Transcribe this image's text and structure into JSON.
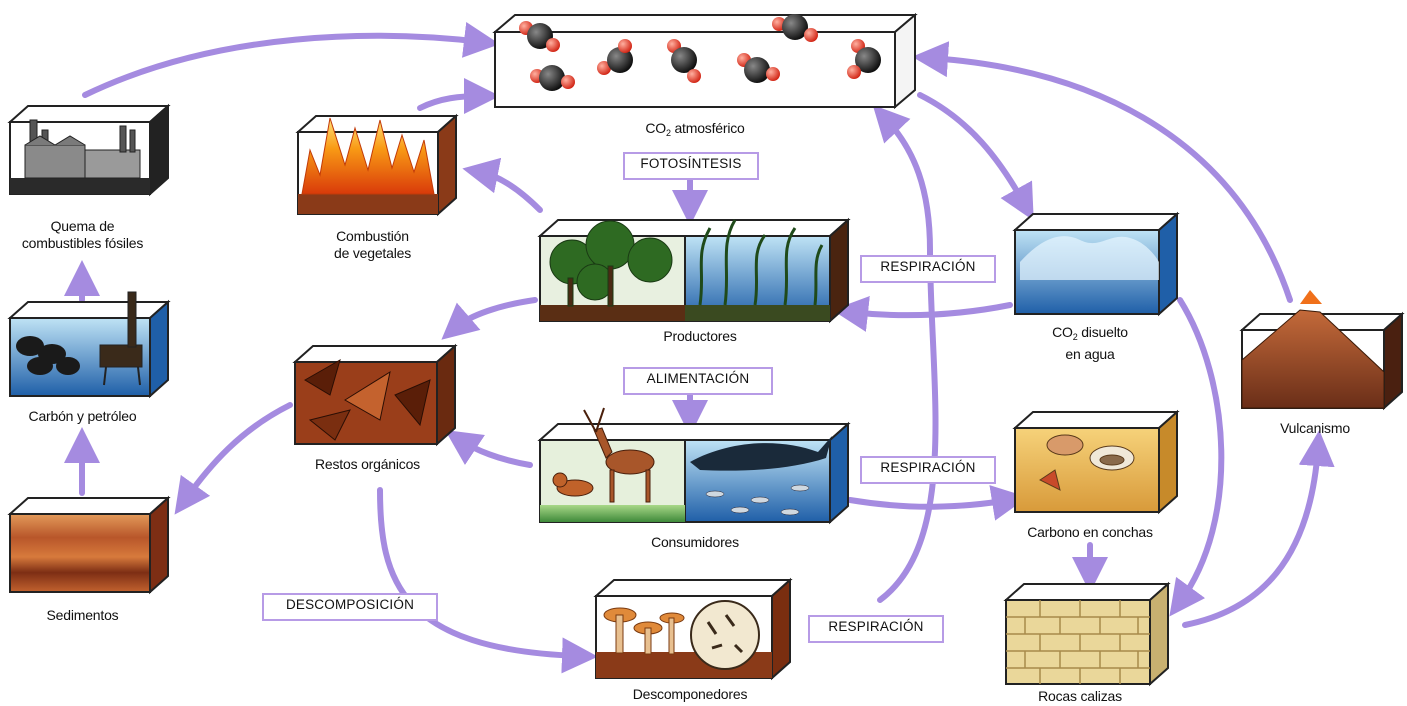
{
  "nodes": {
    "co2_atmosferico": {
      "prefix": "CO",
      "sub": "2",
      "suffix": " atmosférico"
    },
    "quema": {
      "line1": "Quema de",
      "line2": "combustibles fósiles"
    },
    "combustion": {
      "line1": "Combustión",
      "line2": "de vegetales"
    },
    "productores": {
      "label": "Productores"
    },
    "co2_disuelto": {
      "prefix": "CO",
      "sub": "2",
      "suffix": " disuelto",
      "line2": "en agua"
    },
    "carbon_petroleo": {
      "label": "Carbón y petróleo"
    },
    "restos": {
      "label": "Restos orgánicos"
    },
    "consumidores": {
      "label": "Consumidores"
    },
    "carbono_conchas": {
      "label": "Carbono en conchas"
    },
    "vulcanismo": {
      "label": "Vulcanismo"
    },
    "sedimentos": {
      "label": "Sedimentos"
    },
    "descomponedores": {
      "label": "Descomponedores"
    },
    "rocas": {
      "label": "Rocas calizas"
    }
  },
  "processes": {
    "fotosintesis": "FOTOSÍNTESIS",
    "alimentacion": "ALIMENTACIÓN",
    "respiracion_1": "RESPIRACIÓN",
    "respiracion_2": "RESPIRACIÓN",
    "respiracion_3": "RESPIRACIÓN",
    "descomposicion": "DESCOMPOSICIÓN"
  },
  "colors": {
    "arrow": "#a58be0",
    "tag_border": "#b79be6",
    "water": "#2f7fc0",
    "soil": "#8a3a18",
    "fire": "#f07a10",
    "rock": "#e8d59a",
    "sediment": "#b8562a",
    "lava": "#8b4a2a",
    "carbon_atom": "#1a1a1a",
    "oxygen_atom": "#e03020"
  }
}
